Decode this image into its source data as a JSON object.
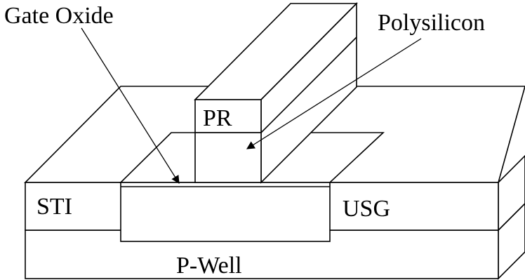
{
  "labels": {
    "gate_oxide": "Gate Oxide",
    "polysilicon": "Polysilicon",
    "pr": "PR",
    "sti": "STI",
    "usg": "USG",
    "p_well": "P-Well"
  }
}
